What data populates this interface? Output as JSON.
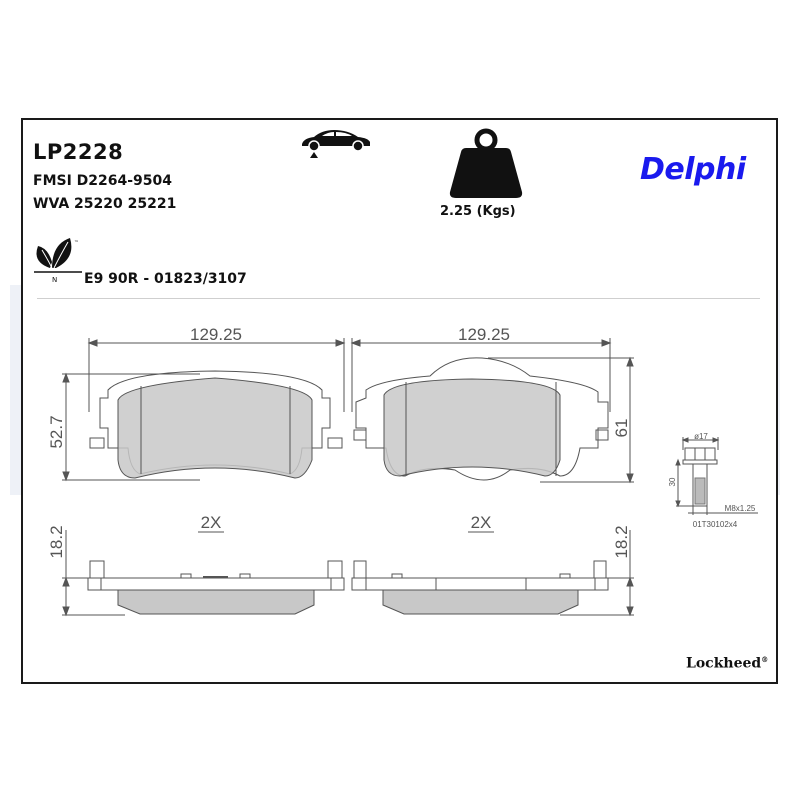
{
  "product": {
    "part_number": "LP2228",
    "fmsi": "FMSI D2264-9504",
    "wva": "WVA 25220 25221",
    "ece_approval": "E9 90R - 01823/3107",
    "weight": "2.25 (Kgs)",
    "brand": "Delphi",
    "sub_brand": "Lockheed",
    "registered_mark": "®",
    "eco_badge_letter": "N",
    "eco_badge_tm": "™"
  },
  "icons": {
    "vehicle": "car-front-axle-icon",
    "weight": "weight-icon",
    "eco": "leaf-icon"
  },
  "drawing": {
    "left_pad": {
      "width": "129.25",
      "height": "52.7",
      "thickness": "18.2",
      "quantity": "2X"
    },
    "right_pad": {
      "width": "129.25",
      "height": "61",
      "thickness": "18.2",
      "quantity": "2X"
    },
    "bolt": {
      "head_diameter": "ø17",
      "length": "30",
      "thread": "M8x1.25",
      "part_ref": "01T30102x4"
    }
  },
  "colors": {
    "brand_blue": "#1a1aee",
    "pad_fill": "#c8c8c8",
    "watermark": "#eef1f7",
    "line": "#555555"
  }
}
